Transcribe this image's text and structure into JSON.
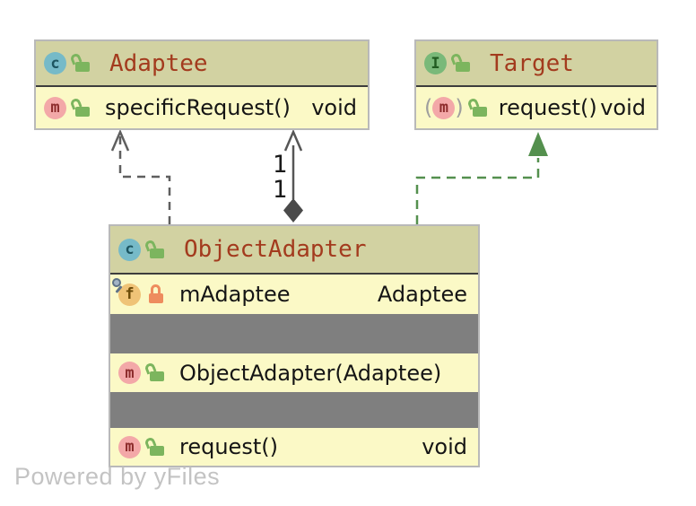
{
  "watermark": "Powered by yFiles",
  "colors": {
    "node_header": "#d2d2a2",
    "node_body": "#fbf9c6",
    "node_border": "#b9b9b9",
    "title_text": "#a33b1e",
    "separator_band": "#7f7f7f",
    "edge_gray": "#5f5f5f",
    "edge_green": "#54904e",
    "class_icon_bg": "#76bac8",
    "interface_icon_bg": "#79b979",
    "method_icon_bg": "#f3a8a8",
    "field_icon_bg": "#efc377",
    "lock_open_green": "#7cb55e",
    "lock_closed_orange": "#ee8c5e"
  },
  "classes": {
    "adaptee": {
      "title": "Adaptee",
      "icon_letter": "c",
      "member": {
        "icon_letter": "m",
        "name": "specificRequest()",
        "type": "void"
      }
    },
    "target": {
      "title": "Target",
      "icon_letter": "I",
      "member": {
        "icon_letter": "m",
        "paren_open": "(",
        "paren_close": ")",
        "name": "request()",
        "type": "void"
      }
    },
    "object_adapter": {
      "title": "ObjectAdapter",
      "icon_letter": "c",
      "field": {
        "icon_letter": "f",
        "name": "mAdaptee",
        "type": "Adaptee"
      },
      "constructor": {
        "icon_letter": "m",
        "name": "ObjectAdapter(Adaptee)"
      },
      "method": {
        "icon_letter": "m",
        "name": "request()",
        "type": "void"
      }
    }
  },
  "edges": {
    "aggregation": {
      "upper_multiplicity": "1",
      "lower_multiplicity": "1"
    }
  }
}
